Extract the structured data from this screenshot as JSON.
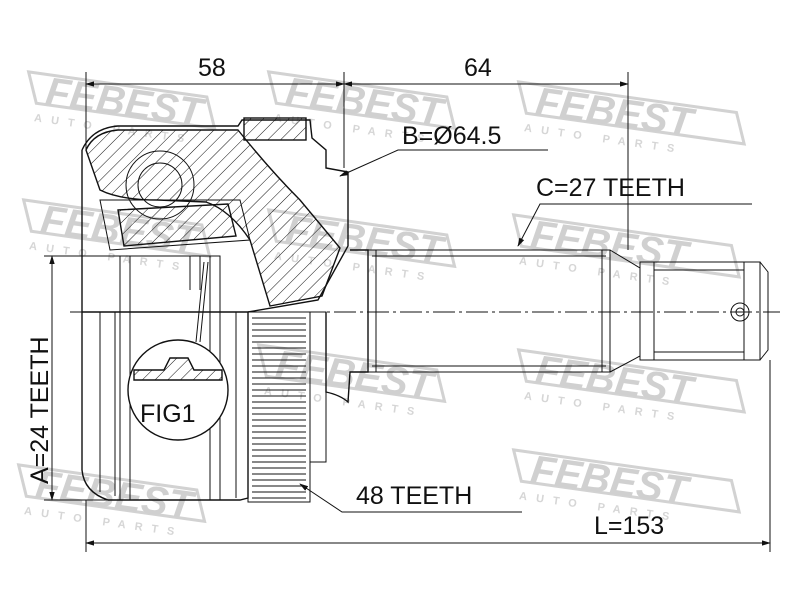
{
  "watermark": {
    "brand": "FEBEST",
    "tagline": "AUTO PARTS"
  },
  "dimensions": {
    "inner_length": "58",
    "outer_length": "64",
    "total_length": "L=153",
    "diameter": "B=Ø64.5",
    "outer_teeth": "C=27 TEETH",
    "inner_teeth": "A=24 TEETH",
    "abs_teeth": "48 TEETH"
  },
  "figure_label": "FIG1"
}
